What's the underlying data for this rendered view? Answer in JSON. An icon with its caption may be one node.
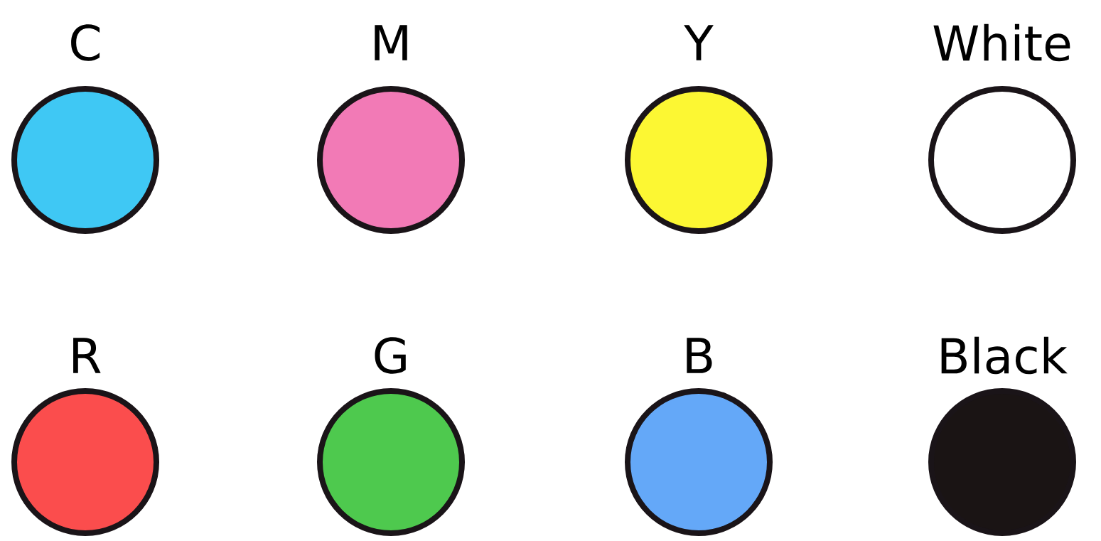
{
  "diagram": {
    "legend": [
      {
        "text": "C",
        "color": "#3fc8f4"
      },
      {
        "text": "M",
        "color": "#f27ab6"
      },
      {
        "text": "Y",
        "color": "#fcf733"
      },
      {
        "text": "White"
      },
      {
        "text": "R",
        "color": "#fb4d4d"
      },
      {
        "text": "G",
        "color": "#4ec94e"
      },
      {
        "text": "B",
        "color": "#64a8f8"
      },
      {
        "text": "Black",
        "color": "#1a1414"
      }
    ]
  }
}
